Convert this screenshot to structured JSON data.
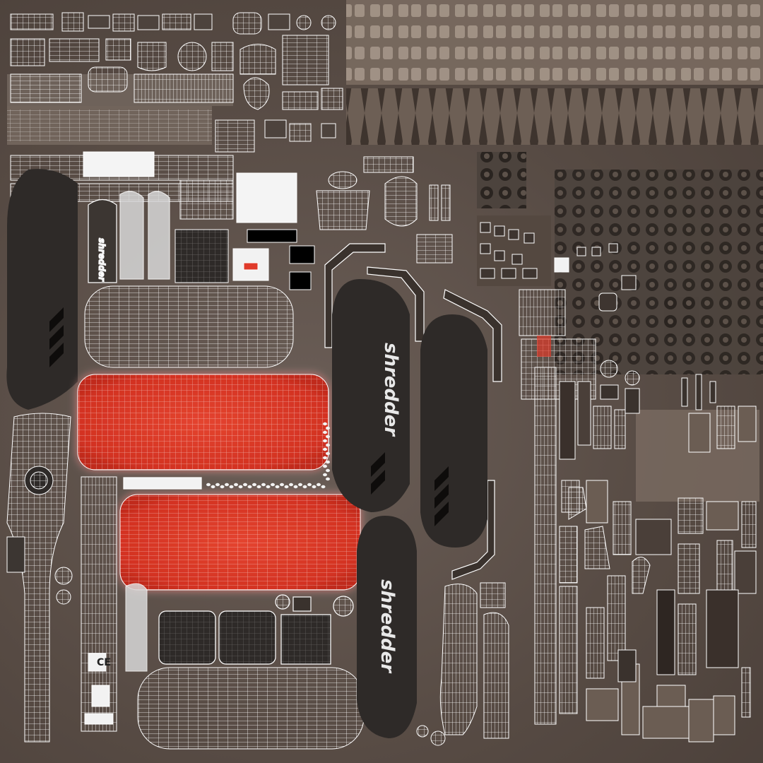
{
  "atlas": {
    "logo_text": "shredder",
    "logo_text_secondary": "shredder",
    "ce_mark": "CE"
  },
  "colors": {
    "background": "#5a4e47",
    "wire": "#ffffff",
    "deck": "#2e2a28",
    "highlight": "#e03a2a",
    "texture_strip": "#8b7b6e"
  }
}
